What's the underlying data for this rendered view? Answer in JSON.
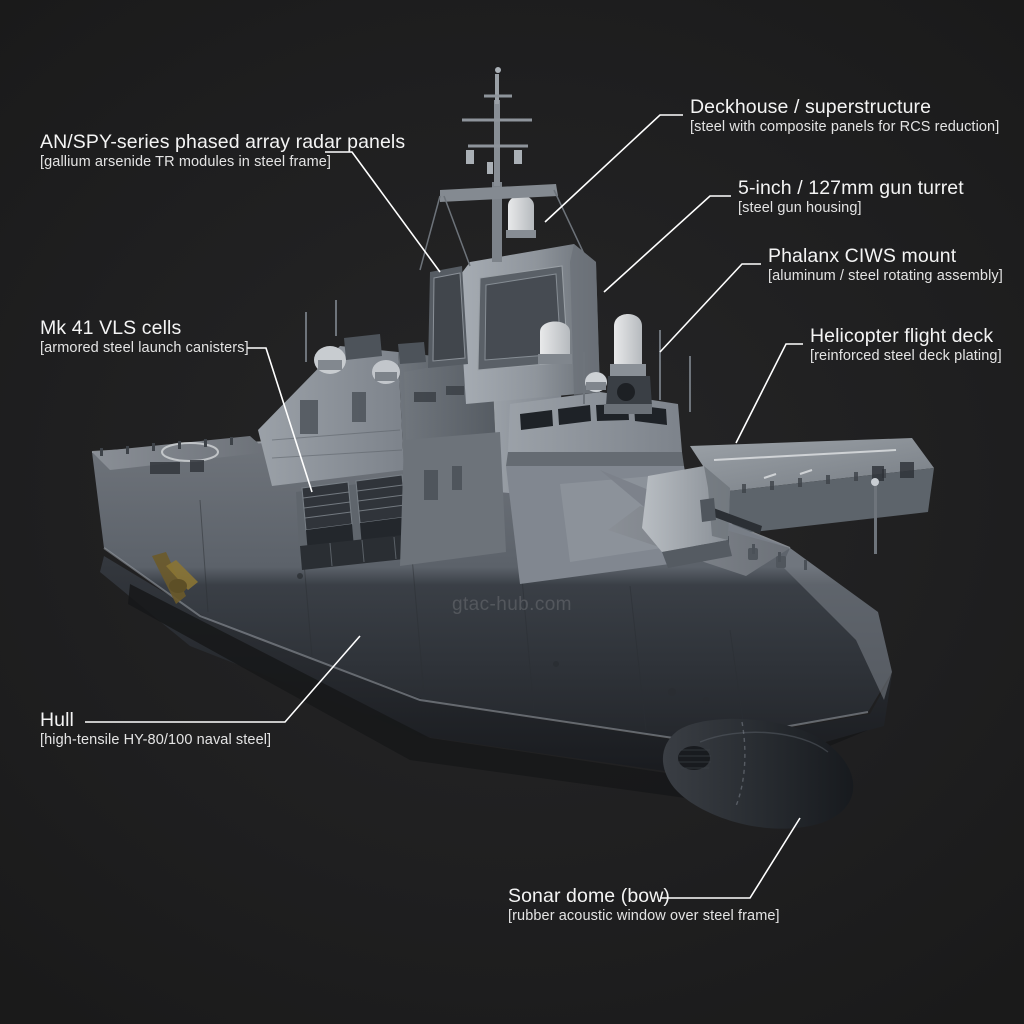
{
  "scene": {
    "subject": "naval destroyer 3d render",
    "background_color": "#1f1f20",
    "label_color": "#f2f2f2",
    "leader_color": "#ffffff",
    "watermark": "gtac-hub.com"
  },
  "annotations": [
    {
      "id": "radar-panels",
      "title": "AN/SPY-series phased array radar panels",
      "material": "[gallium arsenide TR modules in steel frame]"
    },
    {
      "id": "deckhouse",
      "title": "Deckhouse / superstructure",
      "material": "[steel with composite panels for RCS reduction]"
    },
    {
      "id": "gun-turret",
      "title": "5-inch / 127mm gun turret",
      "material": "[steel gun housing]"
    },
    {
      "id": "ciws",
      "title": "Phalanx CIWS mount",
      "material": "[aluminum / steel rotating assembly]"
    },
    {
      "id": "flight-deck",
      "title": "Helicopter flight deck",
      "material": "[reinforced steel deck plating]"
    },
    {
      "id": "vls",
      "title": "Mk 41 VLS cells",
      "material": "[armored steel launch canisters]"
    },
    {
      "id": "hull",
      "title": "Hull",
      "material": "[high-tensile HY-80/100 naval steel]"
    },
    {
      "id": "sonar-dome",
      "title": "Sonar dome (bow)",
      "material": "[rubber acoustic window over steel frame]"
    }
  ]
}
